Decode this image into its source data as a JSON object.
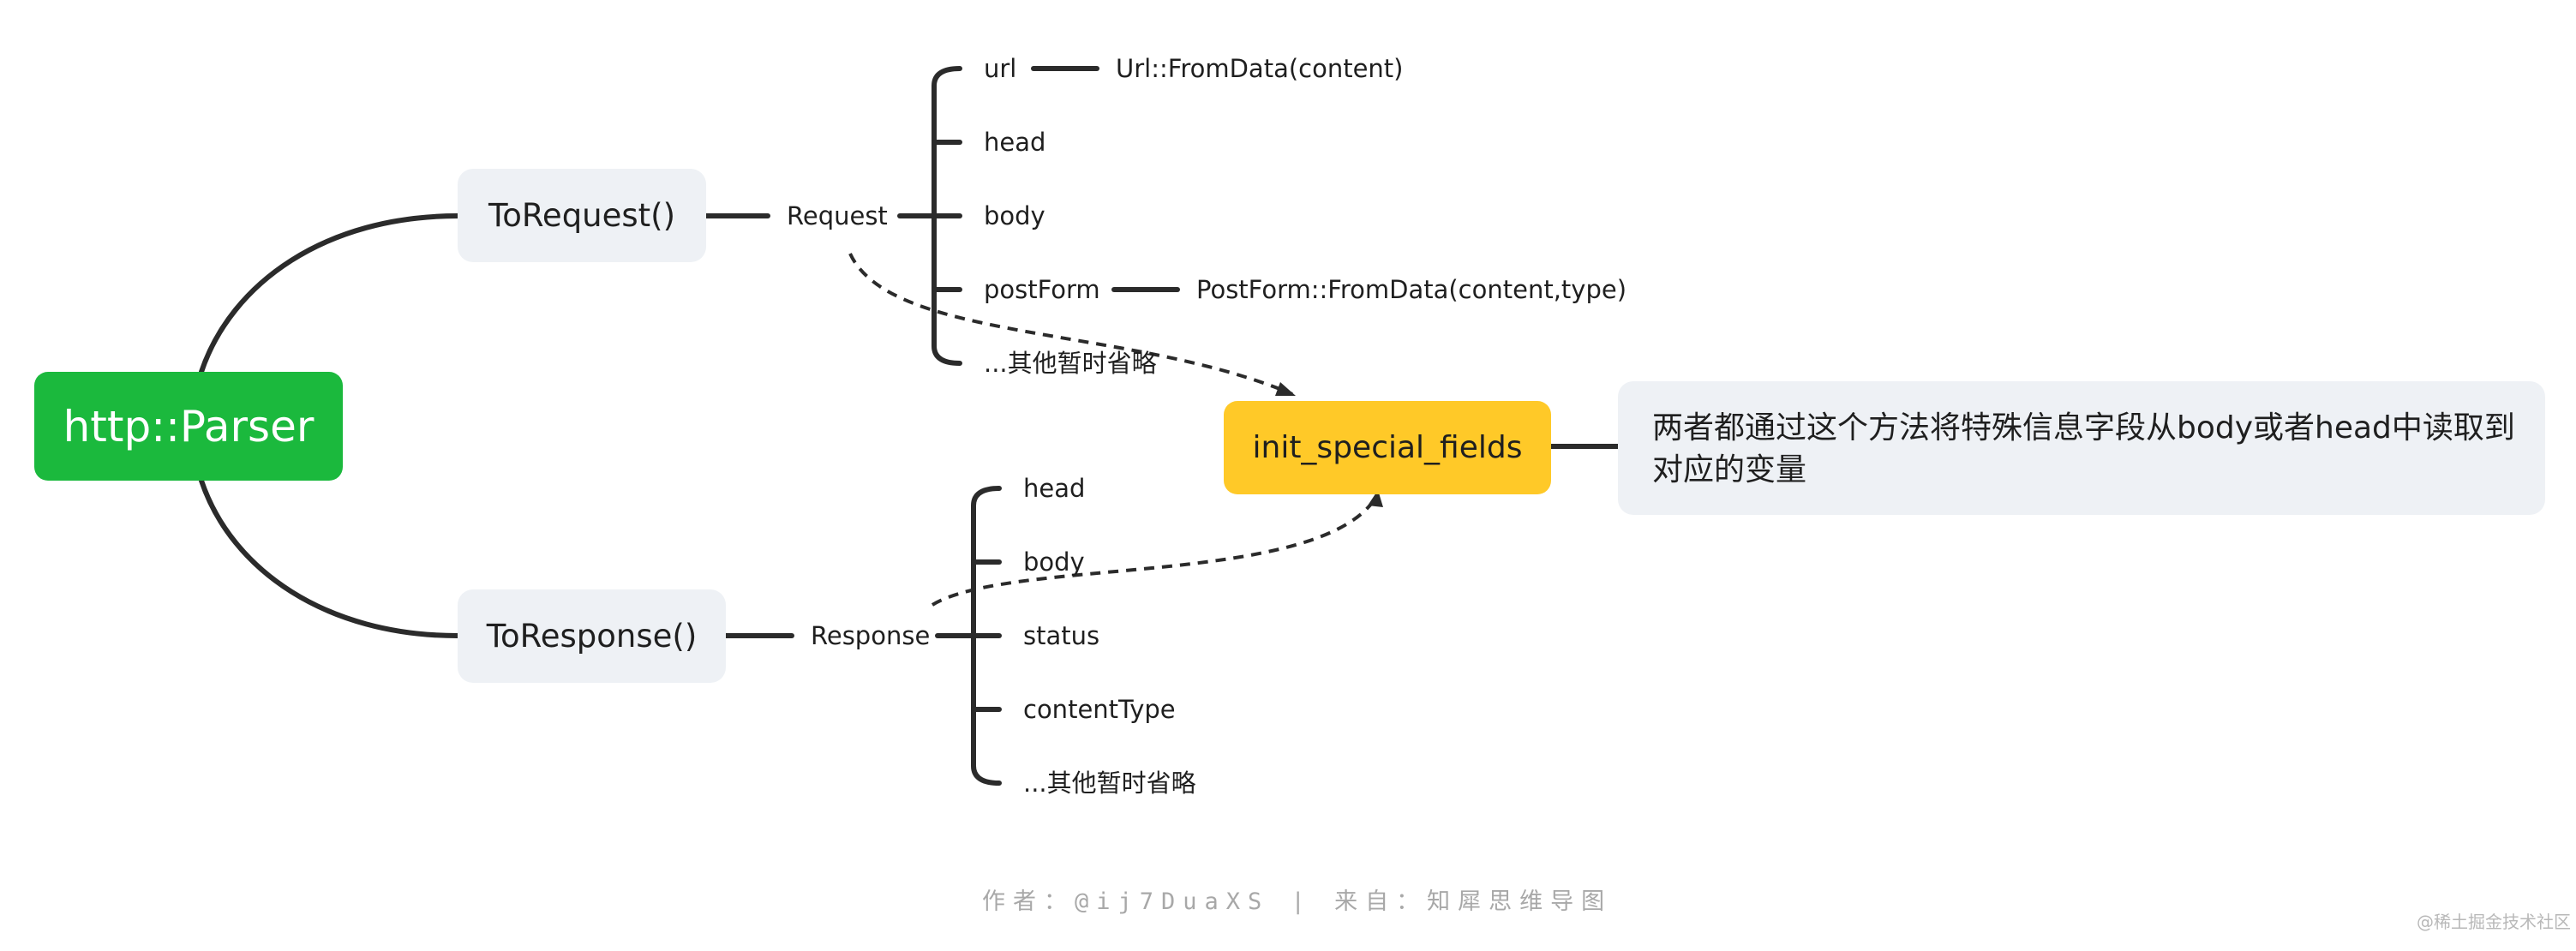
{
  "root": {
    "label": "http::Parser"
  },
  "request_branch": {
    "method": "ToRequest()",
    "object": "Request",
    "fields": [
      {
        "name": "url",
        "detail": "Url::FromData(content)"
      },
      {
        "name": "head"
      },
      {
        "name": "body"
      },
      {
        "name": "postForm",
        "detail": "PostForm::FromData(content,type)"
      },
      {
        "name": "...其他暂时省略"
      }
    ]
  },
  "response_branch": {
    "method": "ToResponse()",
    "object": "Response",
    "fields": [
      {
        "name": "head"
      },
      {
        "name": "body"
      },
      {
        "name": "status"
      },
      {
        "name": "contentType"
      },
      {
        "name": "...其他暂时省略"
      }
    ]
  },
  "special": {
    "label": "init_special_fields",
    "note": "两者都通过这个方法将特殊信息字段从body或者head中读取到对应的变量"
  },
  "footer": {
    "text": "作者：@ij7DuaXS | 来自：知犀思维导图"
  },
  "watermark": {
    "text": "@稀土掘金技术社区"
  },
  "colors": {
    "root": "#1bb93d",
    "method_box": "#eef1f5",
    "special_box": "#ffc928",
    "line": "#2b2b2b"
  }
}
